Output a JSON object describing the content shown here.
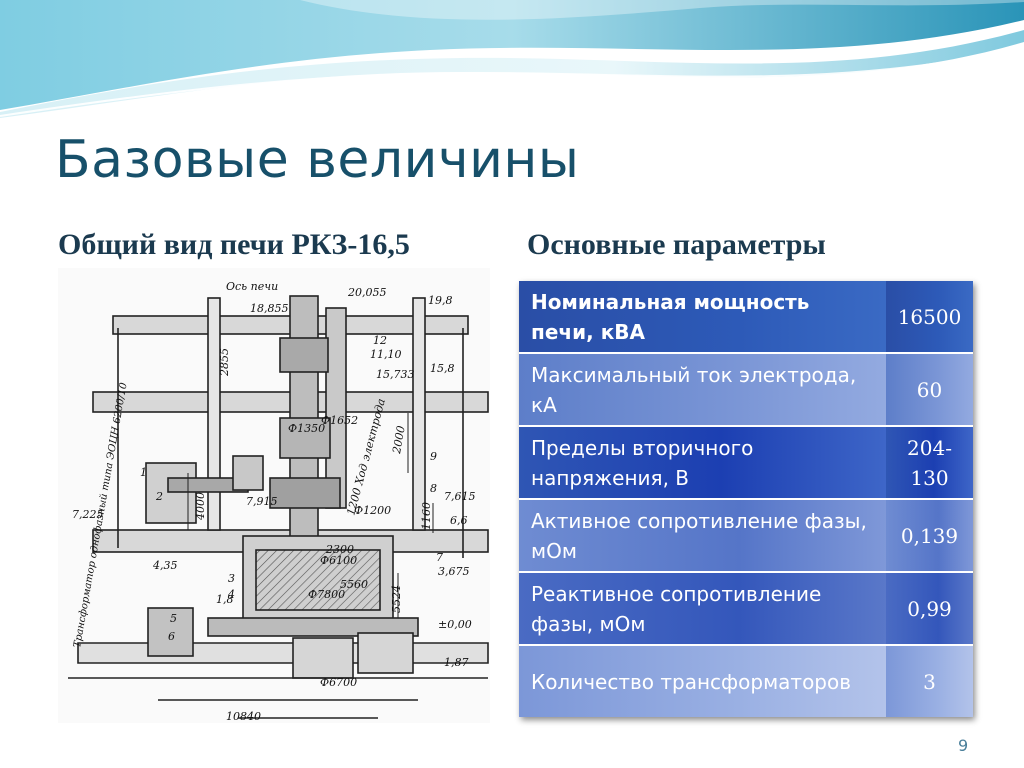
{
  "slide": {
    "title": "Базовые величины",
    "left_heading": "Общий вид печи РКЗ-16,5",
    "right_heading": "Основные параметры",
    "page_number": "9"
  },
  "drawing": {
    "labels": {
      "axis": "Ось печи",
      "elev_20055": "20,055",
      "elev_19_8": "19,8",
      "elev_18855": "18,855",
      "n12": "12",
      "n1110": "11,10",
      "elev_15_8": "15,8",
      "dim_2855": "2855",
      "elev_15733": "15,733",
      "d1652": "Ф1652",
      "d1350": "Ф1350",
      "stroke": "1200 Ход электрода",
      "dim_2000": "2000",
      "n9": "9",
      "n1": "1",
      "n2": "2",
      "dim_4000": "4000",
      "elev_7915": "7,915",
      "n8": "8",
      "elev_7615": "7,615",
      "elev_7225": "7,225",
      "d1200": "Ф1200",
      "elev_6_6": "6,6",
      "dim_1160": "1160",
      "transformer": "Трансформатор однофазный типа ЭОЦН 6200/10",
      "d6100": "Ф6100",
      "dim_2300": "2300",
      "n7": "7",
      "elev_4_35": "4,35",
      "elev_3675": "3,675",
      "dim_5560": "5560",
      "n3": "3",
      "n4": "4",
      "d7800": "Ф7800",
      "dim_5524": "5524",
      "elev_1_8": "1,8",
      "n5": "5",
      "n6": "6",
      "elev_0_00": "±0,00",
      "elev_1_87": "1,87",
      "d6700": "Ф6700",
      "dim_10840": "10840"
    }
  },
  "parameters": {
    "rows": [
      {
        "label": "Номинальная мощность печи, кВА",
        "value": "16500"
      },
      {
        "label": "Максимальный ток электрода, кА",
        "value": "60"
      },
      {
        "label": "Пределы вторичного напряжения, В",
        "value": "204-130"
      },
      {
        "label": "Активное сопротивление фазы, мОм",
        "value": "0,139"
      },
      {
        "label": "Реактивное сопротивление фазы, мОм",
        "value": "0,99"
      },
      {
        "label": "Количество трансформаторов",
        "value": "3"
      }
    ]
  },
  "colors": {
    "title": "#17506a",
    "heading": "#1b3a4f",
    "wave_light": "#bfe6f1",
    "wave_mid": "#6fc3dc",
    "wave_dark": "#2a94b8",
    "table_dark": "#1c3fb2"
  }
}
